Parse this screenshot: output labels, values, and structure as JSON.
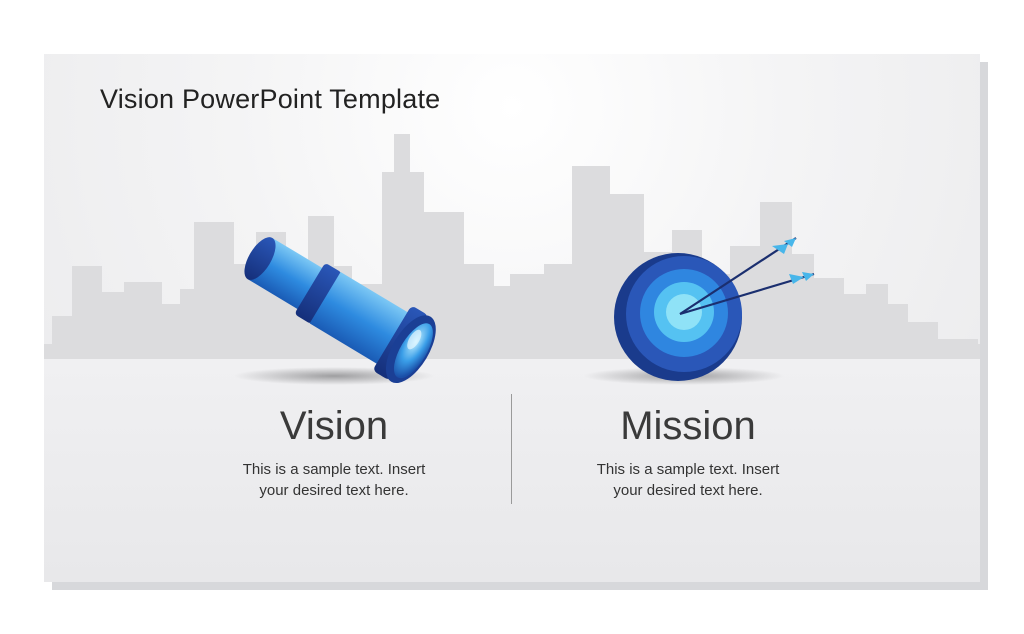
{
  "slide": {
    "title": "Vision PowerPoint Template"
  },
  "vision": {
    "heading": "Vision",
    "body_line1": "This is a sample text. Insert",
    "body_line2": "your desired text here."
  },
  "mission": {
    "heading": "Mission",
    "body_line1": "This is a sample text. Insert",
    "body_line2": "your desired text here."
  },
  "icons": {
    "vision": "telescope-icon",
    "mission": "target-with-arrows-icon"
  },
  "colors": {
    "accent_dark": "#1e3f8f",
    "accent_mid": "#2f86e0",
    "accent_light": "#8fe2f7",
    "skyline": "#d9d9db"
  }
}
